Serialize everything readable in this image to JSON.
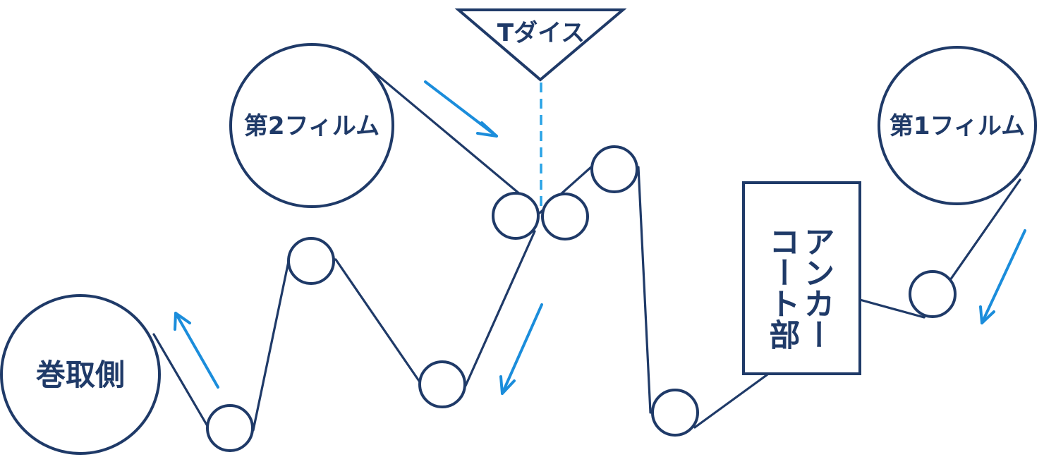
{
  "labels": {
    "t_die": "Tダイス",
    "second_film": "第2フィルム",
    "first_film": "第1フィルム",
    "anchor_coat": {
      "col1": "アンカー",
      "col2": "コート部"
    },
    "winding_side": "巻取側"
  },
  "colors": {
    "outline": "#1f3a68",
    "flow_arrow": "#1b8ddb",
    "die_centerline": "#29a3e6"
  }
}
